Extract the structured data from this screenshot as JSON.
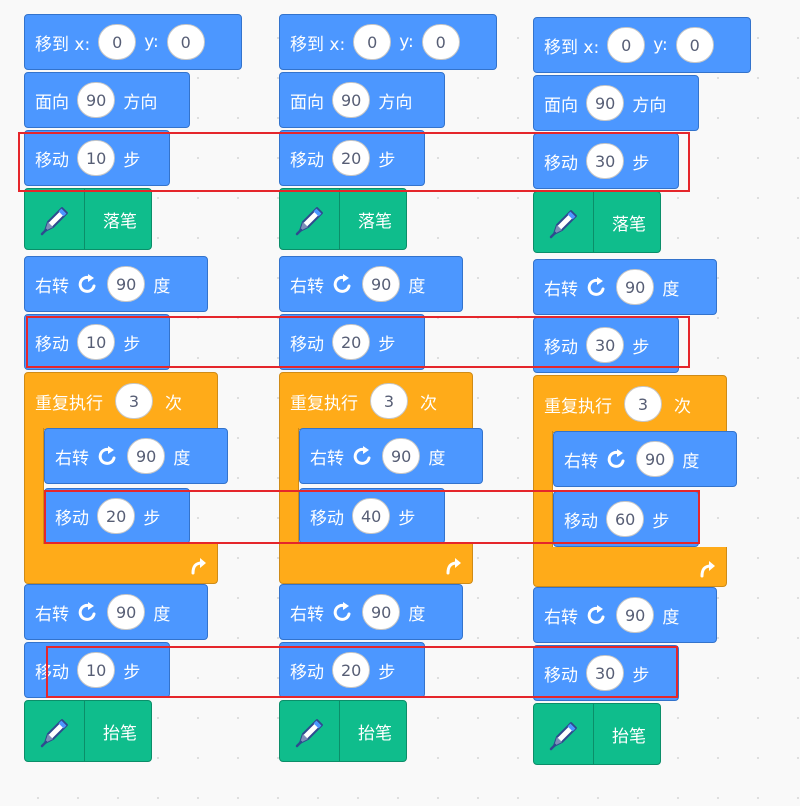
{
  "labels": {
    "goto_prefix": "移到 x:",
    "goto_y": "y:",
    "point_prefix": "面向",
    "point_suffix": "方向",
    "move_prefix": "移动",
    "move_suffix": "步",
    "pen_down": "落笔",
    "pen_up": "抬笔",
    "turn_prefix": "右转",
    "turn_suffix": "度",
    "repeat_prefix": "重复执行",
    "repeat_suffix": "次"
  },
  "colors": {
    "motion": "#4c97ff",
    "control": "#ffab19",
    "pen": "#0fbd8c",
    "highlight": "#e5262b"
  },
  "icons": {
    "pen": "pen-icon",
    "turn": "rotate-right-icon",
    "loop": "loop-arrow-icon"
  },
  "scripts": [
    {
      "goto_x": "0",
      "goto_y": "0",
      "direction": "90",
      "move1": "10",
      "turn1": "90",
      "move2": "10",
      "repeat_times": "3",
      "loop_turn": "90",
      "loop_move": "20",
      "turn2": "90",
      "move3": "10"
    },
    {
      "goto_x": "0",
      "goto_y": "0",
      "direction": "90",
      "move1": "20",
      "turn1": "90",
      "move2": "20",
      "repeat_times": "3",
      "loop_turn": "90",
      "loop_move": "40",
      "turn2": "90",
      "move3": "20"
    },
    {
      "goto_x": "0",
      "goto_y": "0",
      "direction": "90",
      "move1": "30",
      "turn1": "90",
      "move2": "30",
      "repeat_times": "3",
      "loop_turn": "90",
      "loop_move": "60",
      "turn2": "90",
      "move3": "30"
    }
  ]
}
